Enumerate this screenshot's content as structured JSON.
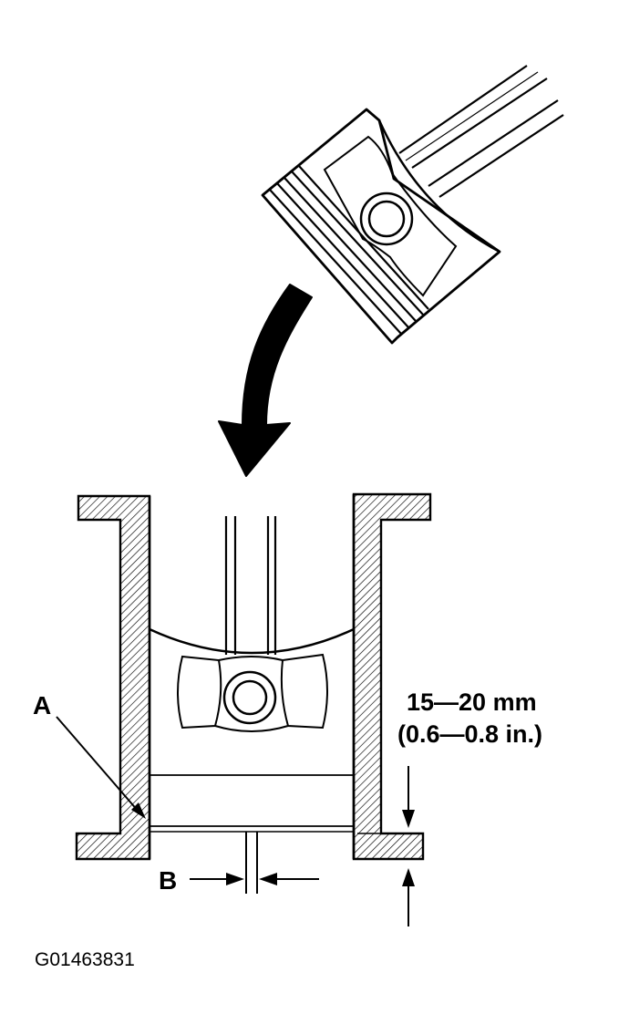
{
  "labels": {
    "a": "A",
    "b": "B",
    "dim_mm": "15—20 mm",
    "dim_in": "(0.6—0.8 in.)",
    "figure_code": "G01463831"
  },
  "colors": {
    "ink": "#000000",
    "paper": "#ffffff"
  }
}
